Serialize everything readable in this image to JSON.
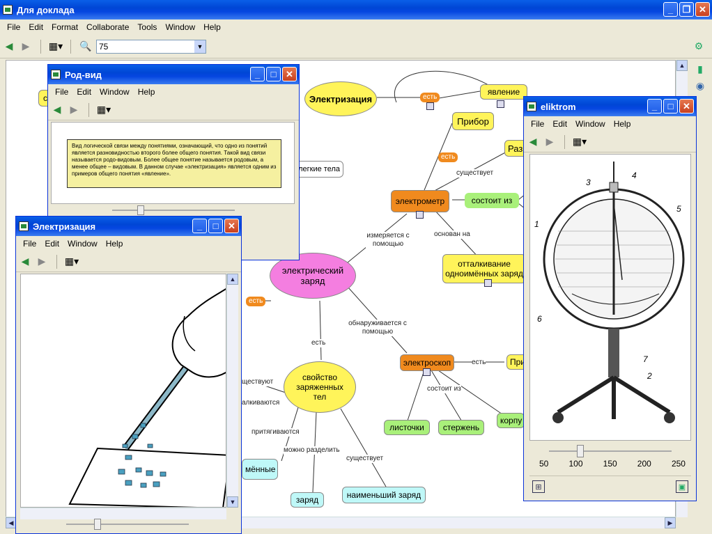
{
  "main": {
    "title": "Для доклада",
    "menu": [
      "File",
      "Edit",
      "Format",
      "Collaborate",
      "Tools",
      "Window",
      "Help"
    ],
    "zoom": "75"
  },
  "map": {
    "nodes": {
      "elektrizaciya": "Электризация",
      "yavlenie": "явление",
      "pribor": "Прибор",
      "raz": "Разн",
      "elektrometr": "электрометр",
      "sostoit_iz": "состоит из",
      "ottalkivanie": "отталкивание одноимённых заряд",
      "zaryad": "электрический заряд",
      "svoystvo": "свойство заряженных тел",
      "elektroskop": "электроскоп",
      "pri": "При",
      "listochki": "листочки",
      "sterzhen": "стержень",
      "korpus": "корпу",
      "zaryad_small": "заряд",
      "naimenshiy": "наименьший заряд",
      "odnoimennye": "мённые",
      "legkie": "легкие тела",
      "left_c": "с"
    },
    "labels": {
      "est1": "есть",
      "est2": "есть",
      "est3": "есть",
      "est4": "есть",
      "est5": "есть",
      "sushchestvuet1": "существует",
      "osnovan_na": "основан на",
      "izmeryaetsya": "измеряется с помощью",
      "obnaruzhivaetsya": "обнаруживается с помощью",
      "sostoit_iz2": "состоит из",
      "sushchestvuyut": "ществуют",
      "talkivayutsya": "алкиваются",
      "prityagivayutsya": "притягиваются",
      "mozhno_razdelit": "можно разделить",
      "sushchestvuet2": "существует"
    }
  },
  "rodvid": {
    "title": "Род-вид",
    "menu": [
      "File",
      "Edit",
      "Window",
      "Help"
    ],
    "text": "Вид логической связи между понятиями, означающий, что одно из понятий является разновидностью второго более общего понятия. Такой вид связи называется родо-видовым. Более общее понятие называется родовым, а менее общее – видовым. В данном случае «электризация» является одним из примеров общего понятия «явление»."
  },
  "elwin": {
    "title": "Электризация",
    "menu": [
      "File",
      "Edit",
      "Window",
      "Help"
    ]
  },
  "eliktrom": {
    "title": "eliktrom",
    "menu": [
      "File",
      "Edit",
      "Window",
      "Help"
    ],
    "ticks": [
      "50",
      "100",
      "150",
      "200",
      "250"
    ],
    "slider_value": 100,
    "figure_labels": [
      "1",
      "2",
      "3",
      "4",
      "5",
      "6",
      "7"
    ]
  },
  "colors": {
    "yellow": "#fff45a",
    "orange": "#f08a1e",
    "pink": "#f47ee0",
    "cyan": "#bff8f8",
    "green": "#a9f07a",
    "title_blue": "#0a5fe8"
  },
  "icons": [
    "back-arrow-icon",
    "forward-arrow-icon",
    "views-icon",
    "zoom-icon",
    "image-icon",
    "scroll-up-icon",
    "scroll-down-icon"
  ]
}
